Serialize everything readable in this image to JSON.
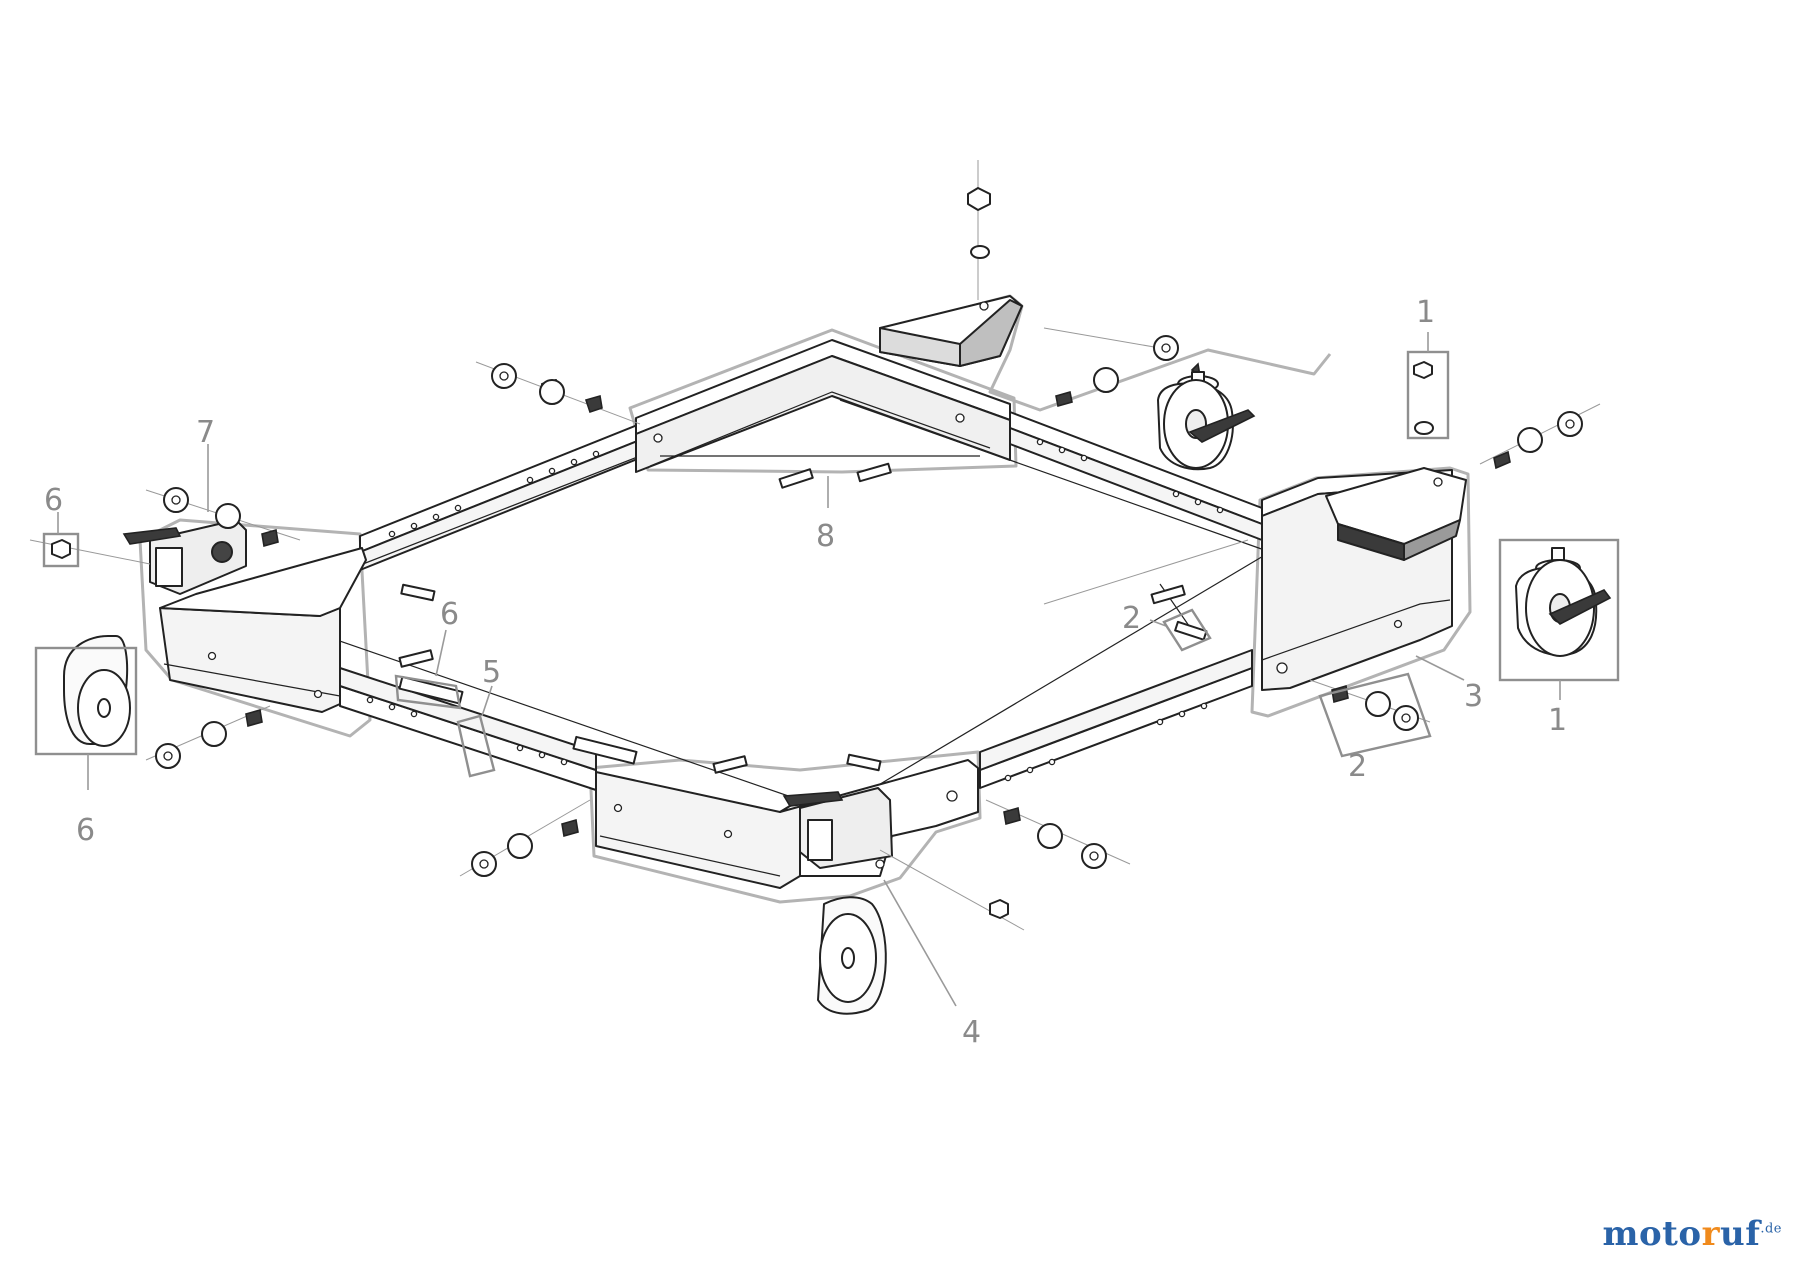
{
  "diagram": {
    "callouts": [
      {
        "id": "c1a",
        "label": "1"
      },
      {
        "id": "c1b",
        "label": "1"
      },
      {
        "id": "c2a",
        "label": "2"
      },
      {
        "id": "c2b",
        "label": "2"
      },
      {
        "id": "c3",
        "label": "3"
      },
      {
        "id": "c4",
        "label": "4"
      },
      {
        "id": "c5",
        "label": "5"
      },
      {
        "id": "c6a",
        "label": "6"
      },
      {
        "id": "c6b",
        "label": "6"
      },
      {
        "id": "c6c",
        "label": "6"
      },
      {
        "id": "c7",
        "label": "7"
      },
      {
        "id": "c8",
        "label": "8"
      }
    ]
  },
  "watermark": {
    "part_a": "moto",
    "part_b": "r",
    "part_c": "uf",
    "suffix": ".de"
  }
}
